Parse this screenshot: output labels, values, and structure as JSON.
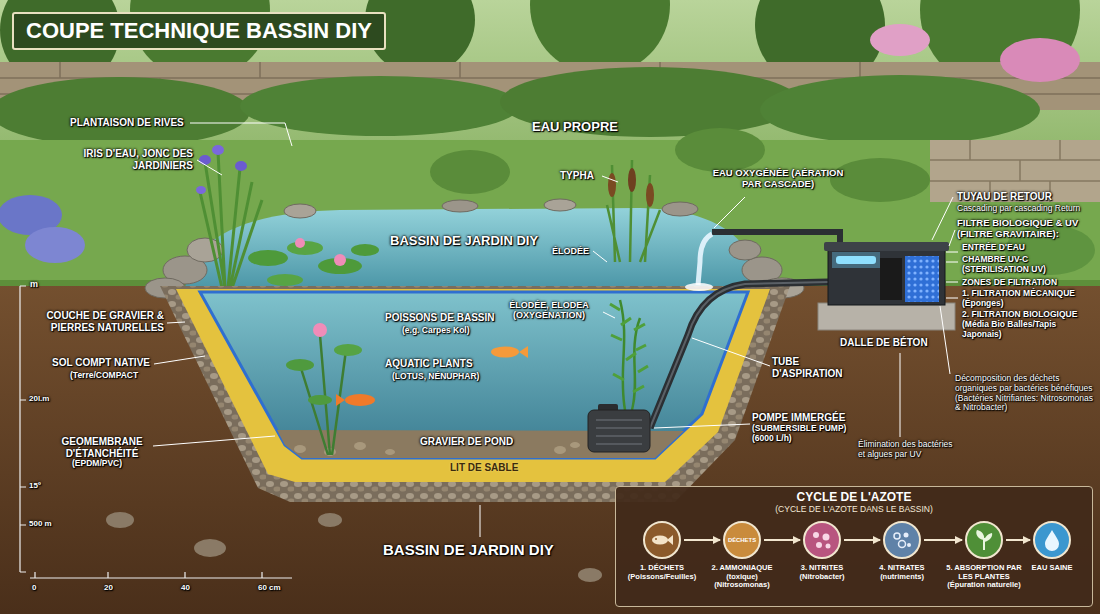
{
  "diagram": {
    "title": "COUPE TECHNIQUE BASSIN DIY",
    "nodes": [
      {
        "text": [
          "CYCLE DE L'AZOTE",
          "(CYCLE DE L'AZOTE DANS LE BASSIN)"
        ]
      },
      {
        "text": [
          "1. DÉCHETS (Poissons/Feuilles)"
        ],
        "in": 0
      },
      {
        "text": [
          "DÉCHETS",
          "2. AMMONIAQUE (toxique) (Nitrosomonas)"
        ],
        "in": 0
      },
      {
        "text": [
          "3. NITRITES (Nitrobacter)"
        ],
        "in": 0
      },
      {
        "text": [
          "4. NITRATES (nutriments)"
        ],
        "in": 0
      },
      {
        "text": [
          "5. ABSORPTION PAR LES PLANTES (Épuration naturelle)"
        ],
        "in": 0
      },
      {
        "text": [
          "EAU SAINE"
        ],
        "in": 0
      }
    ],
    "edges": [
      {
        "from": 1,
        "to": 2,
        "arrow": "to"
      },
      {
        "from": 2,
        "to": 3,
        "arrow": "to"
      },
      {
        "from": 3,
        "to": 4,
        "arrow": "to"
      },
      {
        "from": 4,
        "to": 5,
        "arrow": "to"
      },
      {
        "from": 5,
        "to": 6,
        "arrow": "to"
      }
    ],
    "labels": [
      "PLANTAISON DE RIVES",
      "IRIS D'EAU, JONC DES JARDINIERS",
      "EAU PROPRE",
      "TYPHA",
      "BASSIN DE JARDIN DIY",
      "ÉLODÉE",
      "EAU OXYGÉNÉE (AÉRATION PAR CASCADE)",
      "TUYAU DE RETOUR",
      "Cascading par cascading Return",
      "FILTRE BIOLOGIQUE & UV (FILTRE GRAVITAIRE):",
      "ENTRÉE D'EAU",
      "CHAMBRE UV-C (STERILISATION UV)",
      "ZONES DE FILTRATION",
      "1. FILTRATION MÉCANIQUE (Éponges)",
      "2. FILTRATION BIOLOGIQUE (Média Bio Balles/Tapis Japonais)",
      "POISSONS DE BASSIN",
      "(e.g. Carpes Kol)",
      "ÉLODÉE, ELODEA (OXYGÉNATION)",
      "AQUATIC PLANTS",
      "(LOTUS, NÉNUPHAR)",
      "TUBE D'ASPIRATION",
      "DALLE DE BÉTON",
      "Décomposition des déchets organiques par bactéries bénéfiques (Bactéries Nitrifiantes: Nitrosomonas & Nitrobacter)",
      "POMPE IMMERGÉE",
      "(SUBMERSIBLE PUMP)",
      "(6000 L/h)",
      "Élimination des bactéries et algues par UV",
      "GRAVIER DE POND",
      "LIT DE SABLE",
      "COUCHE DE GRAVIER & PIERRES NATURELLES",
      "SOL COMPT NATIVE",
      "(Terre/COMPACT",
      "GEOMEMBRANE D'ÉTANCHÉITÉ",
      "(EPDM/PVC)",
      "BASSIN DE JARDIN DIY",
      "m",
      "20l.m",
      "15º",
      "500 m",
      "0",
      "20",
      "40",
      "60 cm"
    ]
  }
}
